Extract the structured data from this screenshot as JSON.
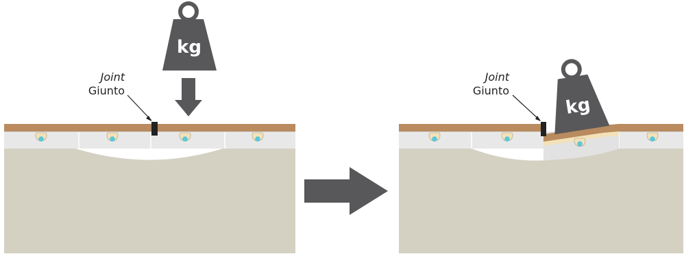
{
  "left_panel": {
    "joint_label_it": "Joint",
    "joint_label": "Giunto",
    "weight_label": "kg"
  },
  "right_panel": {
    "joint_label_it": "Joint",
    "joint_label": "Giunto",
    "weight_label": "kg"
  },
  "colors": {
    "floor_wood": "#b98b5e",
    "screed": "#e6e6e6",
    "substrate": "#d4d1c3",
    "joint": "#222222",
    "weight": "#58585a",
    "arrow": "#58585a",
    "dot_fill": "#5bc7d8",
    "dot_ring": "#f3e2b9"
  }
}
